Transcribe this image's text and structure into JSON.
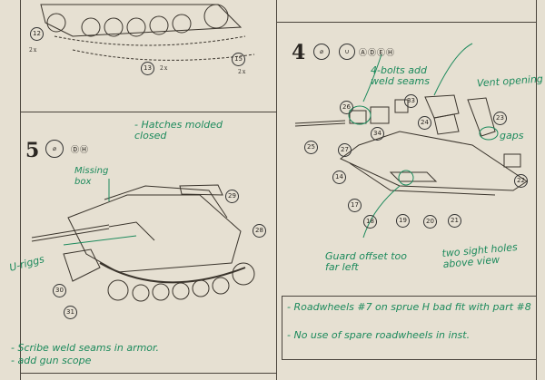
{
  "step4": {
    "number": "4",
    "part_letters": "ⒶⒹⒺⒽ",
    "parts": [
      "26",
      "33",
      "34",
      "23",
      "24",
      "25",
      "27",
      "14",
      "22",
      "17",
      "18",
      "19",
      "20",
      "21"
    ]
  },
  "step5": {
    "number": "5",
    "part_letters": "ⒹⒽ",
    "parts": [
      "29",
      "28",
      "30",
      "31"
    ]
  },
  "top_left": {
    "parts": [
      "12",
      "13",
      "15"
    ],
    "multipliers": [
      "2x",
      "2x",
      "2x"
    ]
  },
  "notes": {
    "hatches": "- Hatches molded closed",
    "missing_box": "Missing box",
    "u_riggs": "U-riggs",
    "scribe": "- Scribe weld seams in armor.",
    "gun_scope": "- add gun scope",
    "bolts": "4-bolts add weld seams",
    "vent": "Vent opening",
    "gaps": "gaps",
    "guard": "Guard offset too far left",
    "sight": "two sight holes above view",
    "roadwheels": "- Roadwheels #7 on sprue H bad fit with part #8",
    "spare": "- No use of spare roadwheels in inst."
  },
  "colors": {
    "paper": "#e6e0d2",
    "ink": "#2a2622",
    "annotation": "#1c8a5c"
  }
}
